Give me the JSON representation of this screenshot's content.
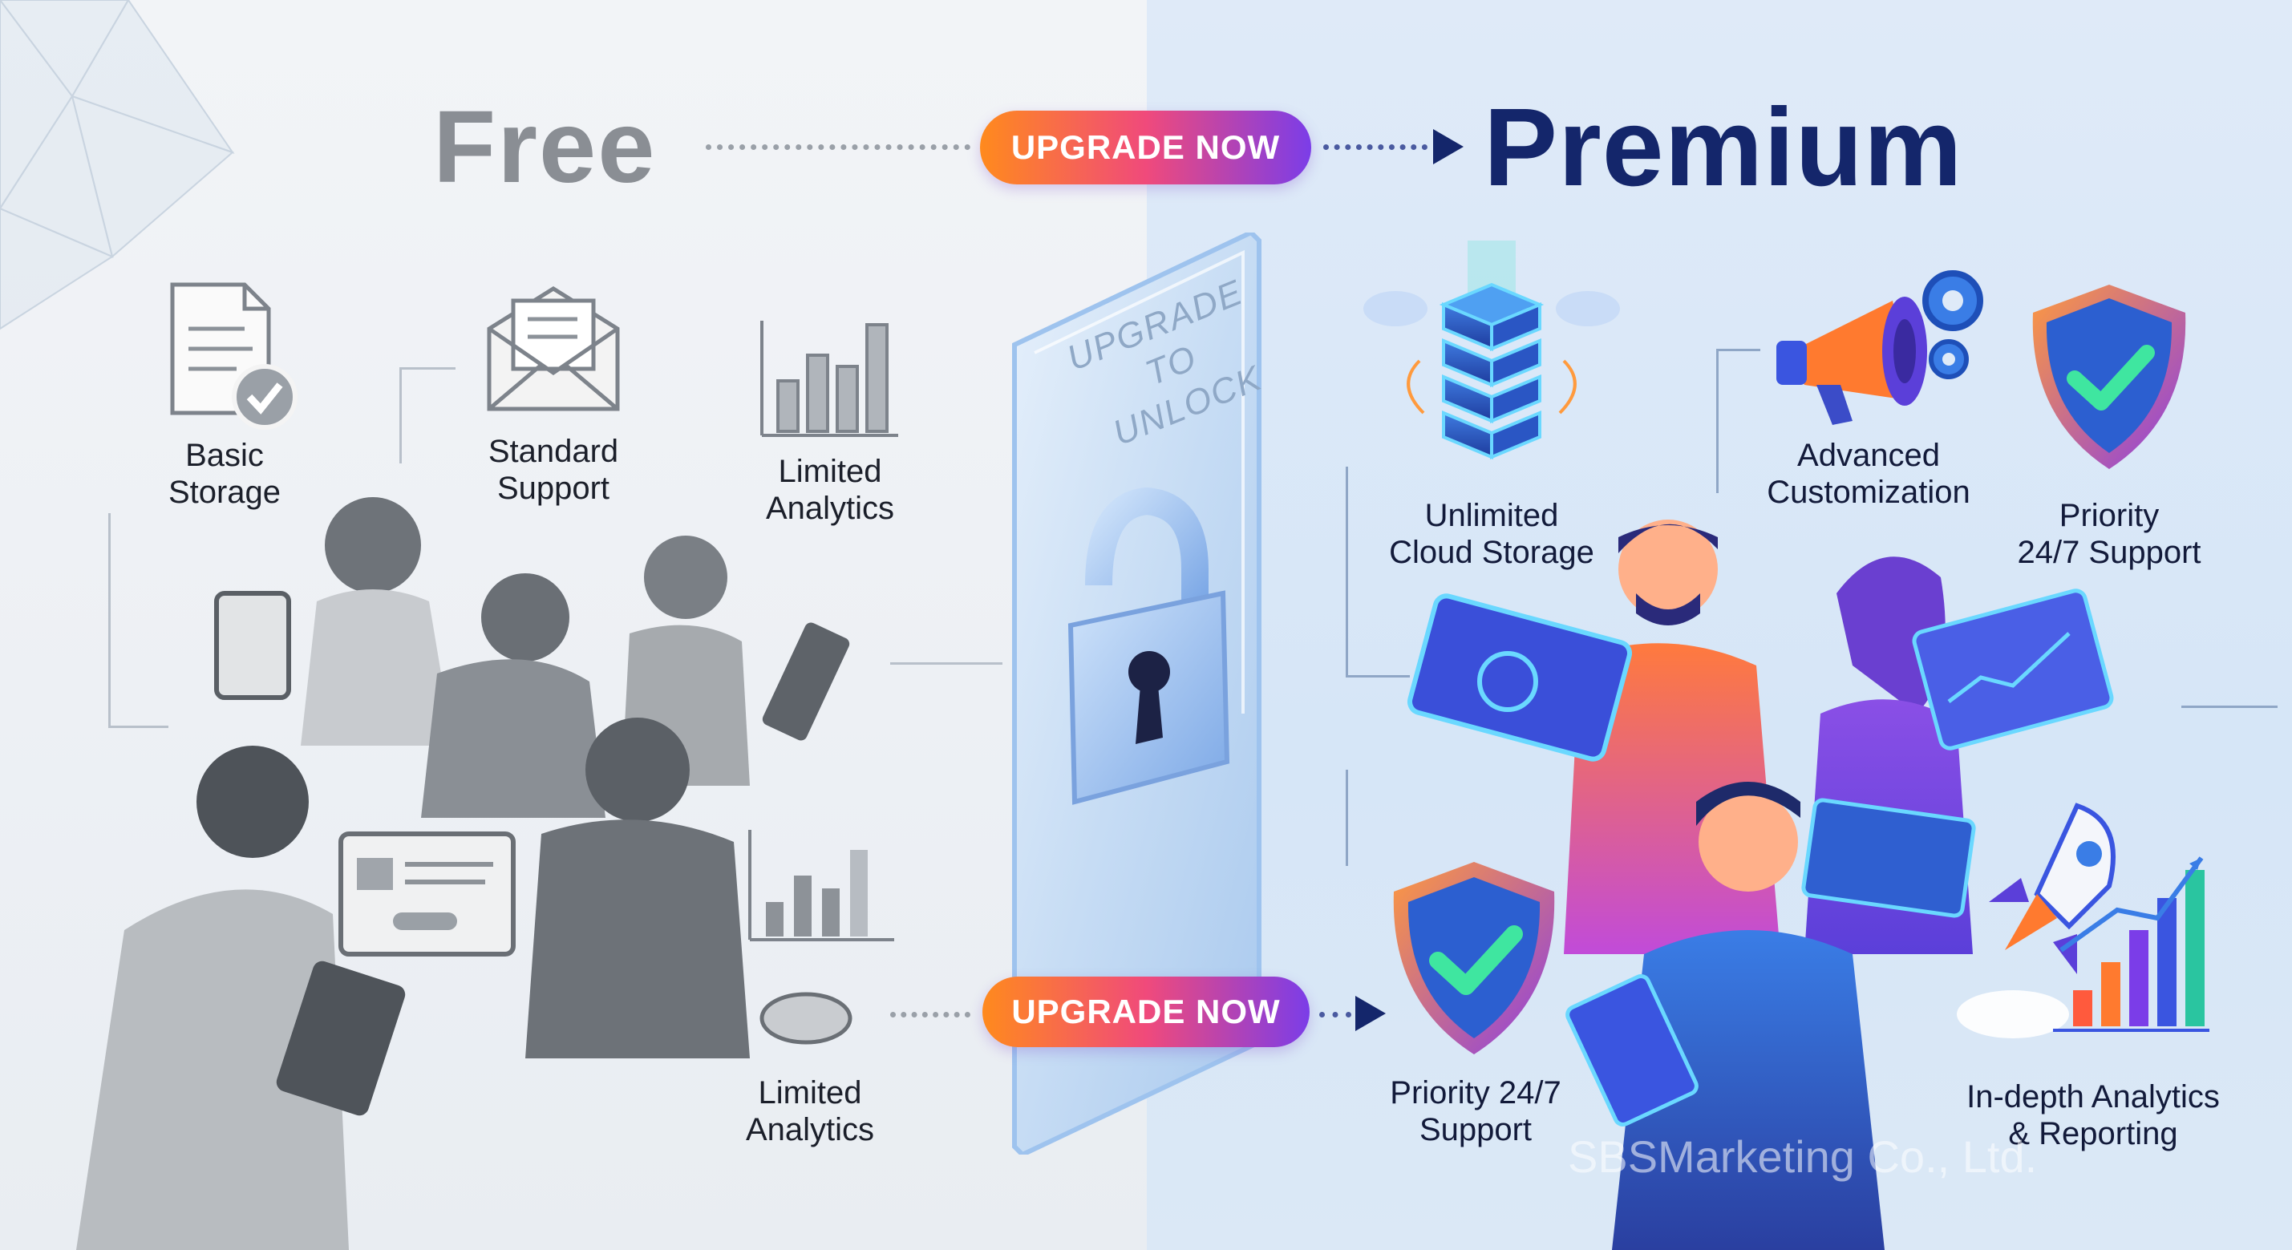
{
  "header": {
    "free_title": "Free",
    "premium_title": "Premium",
    "upgrade_top_label": "UPGRADE NOW"
  },
  "center_panel": {
    "unlock_text_line1": "UPGRADE",
    "unlock_text_line2": "TO UNLOCK",
    "lock_icon": "padlock-icon"
  },
  "bottom_upgrade_label": "UPGRADE NOW",
  "free_features": [
    {
      "label_line1": "Basic",
      "label_line2": "Storage",
      "icon": "document-check-icon"
    },
    {
      "label_line1": "Standard",
      "label_line2": "Support",
      "icon": "envelope-icon"
    },
    {
      "label_line1": "Limited",
      "label_line2": "Analytics",
      "icon": "bar-chart-icon"
    },
    {
      "label_line1": "Limited",
      "label_line2": "Analytics",
      "icon": "bar-chart-icon"
    }
  ],
  "premium_features": [
    {
      "label_line1": "Unlimited",
      "label_line2": "Cloud Storage",
      "icon": "server-stack-icon"
    },
    {
      "label_line1": "Advanced",
      "label_line2": "Customization",
      "icon": "megaphone-gear-icon"
    },
    {
      "label_line1": "Priority",
      "label_line2": "24/7 Support",
      "icon": "shield-check-icon"
    },
    {
      "label_line1": "Priority 24/7",
      "label_line2": "Support",
      "icon": "shield-check-icon"
    },
    {
      "label_line1": "In-depth Analytics",
      "label_line2": "& Reporting",
      "icon": "rocket-chart-icon"
    }
  ],
  "watermark": "SBSMarketing Co., Ltd.",
  "colors": {
    "premium_title": "#14266b",
    "free_title": "#8a8e94",
    "pill_start": "#ff8a1d",
    "pill_mid": "#f04a7b",
    "pill_end": "#7b3de8",
    "shield": "#2f5fd0"
  }
}
